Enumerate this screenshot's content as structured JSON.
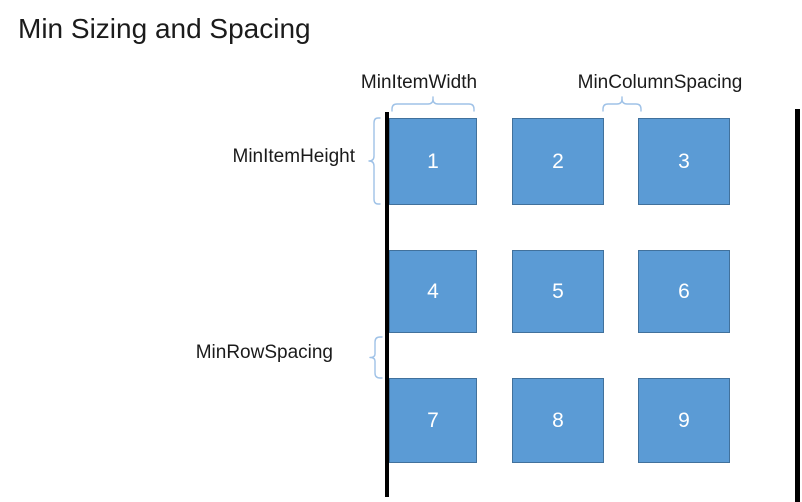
{
  "title": "Min Sizing and Spacing",
  "labels": {
    "min_item_width": "MinItemWidth",
    "min_column_spacing": "MinColumnSpacing",
    "min_item_height": "MinItemHeight",
    "min_row_spacing": "MinRowSpacing"
  },
  "grid": {
    "rows": 3,
    "columns": 3,
    "items": [
      "1",
      "2",
      "3",
      "4",
      "5",
      "6",
      "7",
      "8",
      "9"
    ]
  },
  "colors": {
    "background": "#FFFFFF",
    "square_fill": "#5B9BD5",
    "square_border": "#41719C",
    "brace": "#9FC2E7",
    "guide_line": "#000000",
    "text": "#1B1B1B",
    "item_number_text": "#FFFFFF"
  }
}
